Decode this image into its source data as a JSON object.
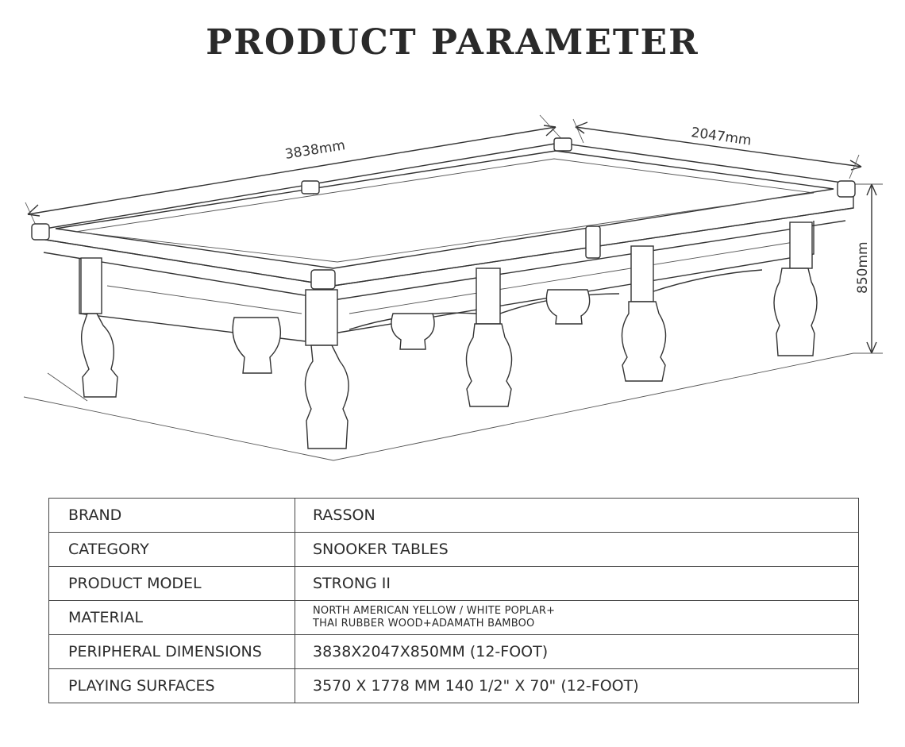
{
  "header": {
    "title": "PRODUCT PARAMETER"
  },
  "dimensions": {
    "length": "3838mm",
    "width": "2047mm",
    "height": "850mm"
  },
  "specs": [
    {
      "label": "BRAND",
      "value": "RASSON"
    },
    {
      "label": "CATEGORY",
      "value": "SNOOKER TABLES"
    },
    {
      "label": "PRODUCT MODEL",
      "value": "STRONG II"
    },
    {
      "label": "MATERIAL",
      "value_lines": [
        "NORTH AMERICAN YELLOW / WHITE POPLAR+",
        "THAI RUBBER WOOD+ADAMATH BAMBOO"
      ]
    },
    {
      "label": "PERIPHERAL DIMENSIONS",
      "value": "3838X2047X850MM  (12-FOOT)"
    },
    {
      "label": "PLAYING SURFACES",
      "value": "3570 X 1778 MM   140 1/2\" X 70\" (12-FOOT)"
    }
  ]
}
